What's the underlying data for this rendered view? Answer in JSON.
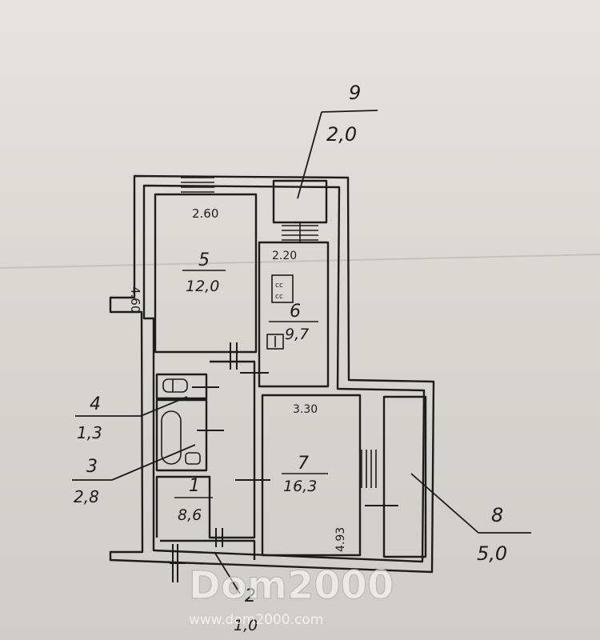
{
  "plan": {
    "rooms": [
      {
        "number": "1",
        "area": "8,6"
      },
      {
        "number": "2",
        "area": "1,0"
      },
      {
        "number": "3",
        "area": "2,8"
      },
      {
        "number": "4",
        "area": "1,3"
      },
      {
        "number": "5",
        "area": "12,0"
      },
      {
        "number": "6",
        "area": "9,7"
      },
      {
        "number": "7",
        "area": "16,3"
      },
      {
        "number": "8",
        "area": "5,0"
      },
      {
        "number": "9",
        "area": "2,0"
      }
    ],
    "dimensions": {
      "room5_width": "2.60",
      "room5_length": "4.60",
      "room6_width": "2.20",
      "room7_width": "3.30",
      "room7_length": "4.93"
    },
    "stove_label": "cc\ncc"
  },
  "watermark": {
    "logo": "Dom2000",
    "url": "www.dom2000.com"
  },
  "colors": {
    "paper": "#d9d7d3",
    "ink": "#1c1c1c"
  }
}
